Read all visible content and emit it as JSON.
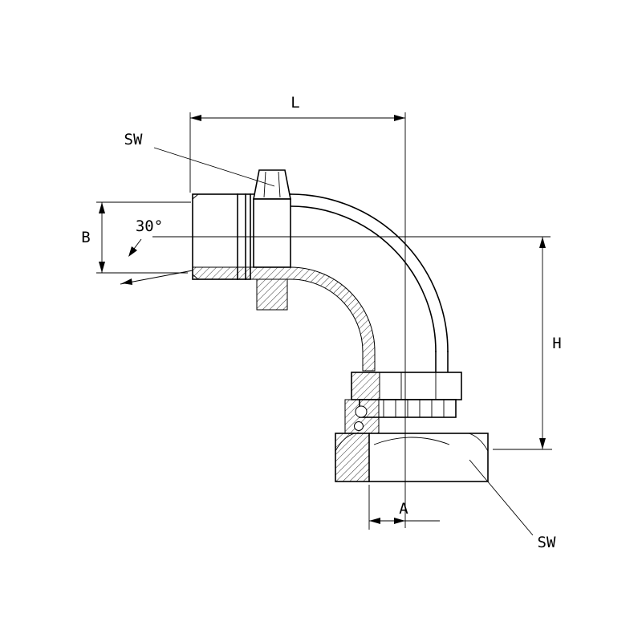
{
  "drawing": {
    "title": "90-degree elbow fitting dimensional drawing",
    "background_color": "#ffffff",
    "line_color": "#000000",
    "labels": {
      "length_top": "L",
      "wrench_top": "SW",
      "height_left": "B",
      "angle": "30°",
      "height_right": "H",
      "width_bottom": "A",
      "wrench_bottom": "SW"
    }
  }
}
